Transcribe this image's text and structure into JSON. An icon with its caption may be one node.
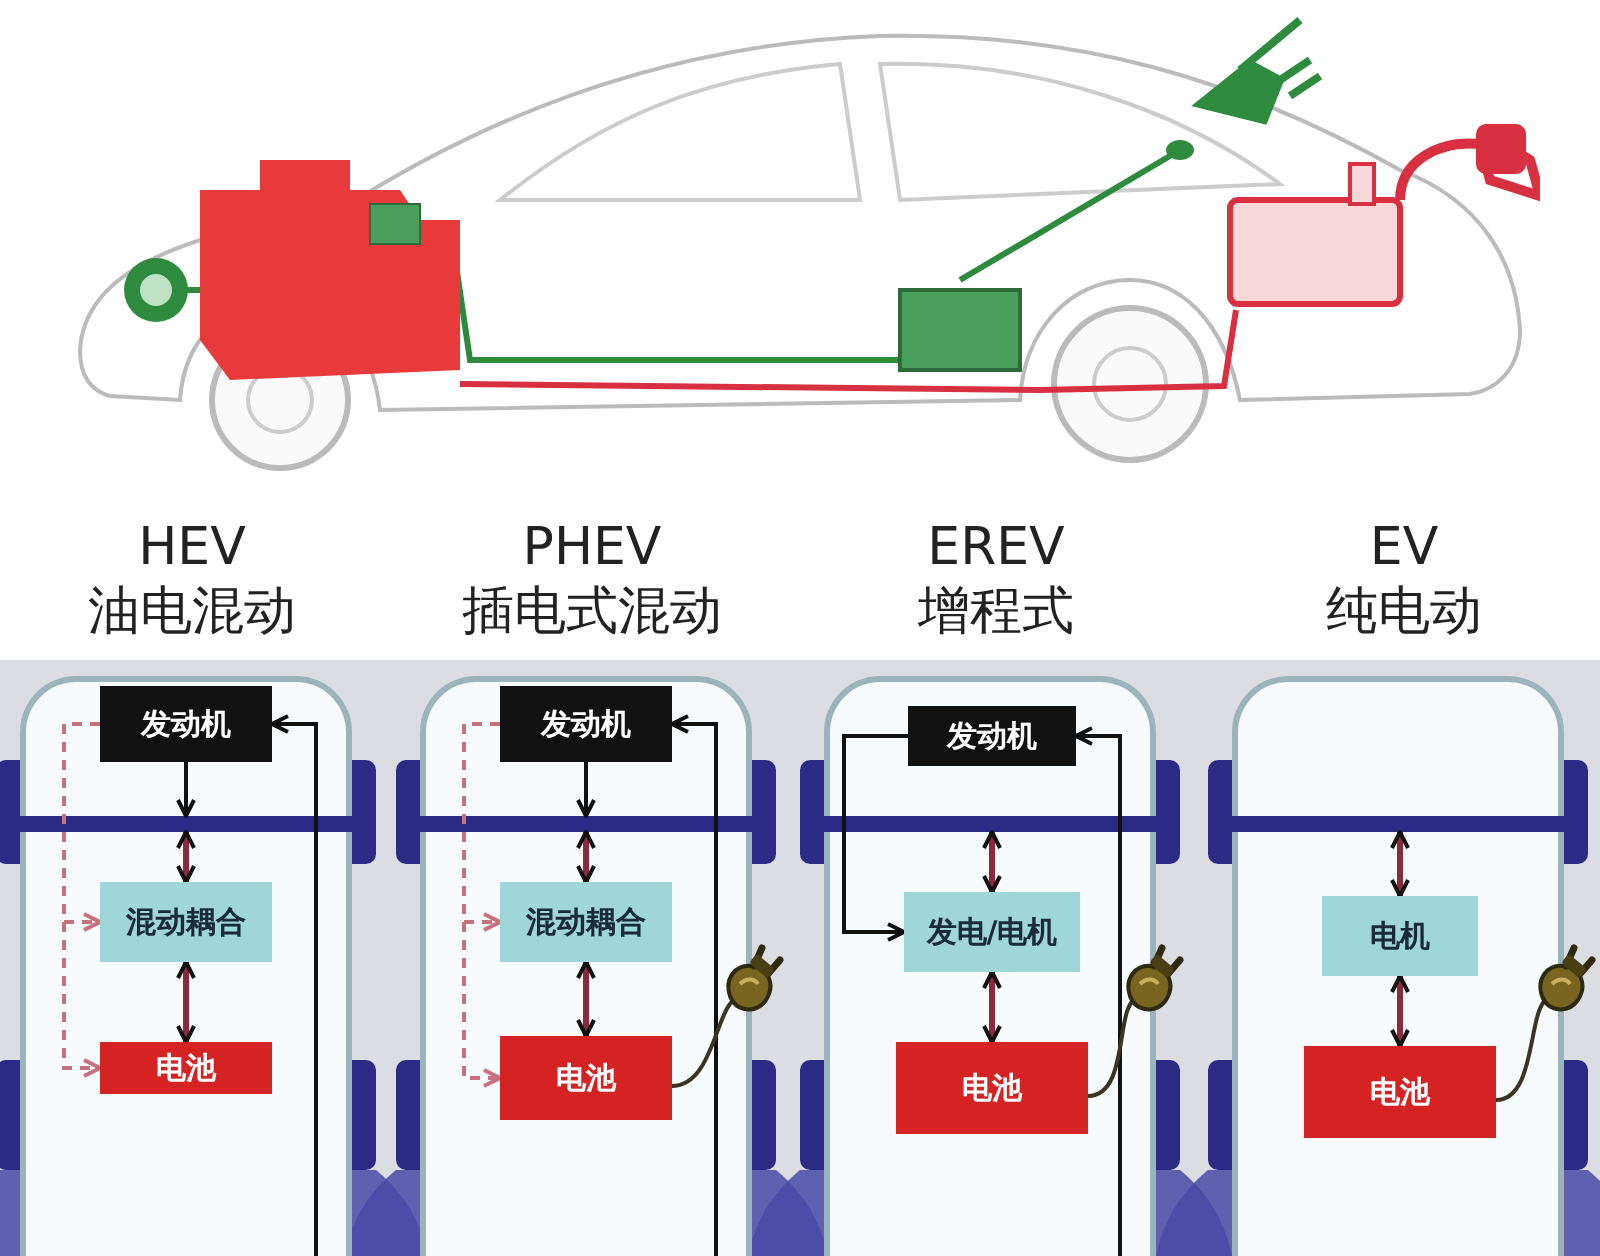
{
  "diagram": {
    "nodes": [
      {
        "text": [
          "HEV",
          "油电混动"
        ]
      },
      {
        "text": [
          "发动机"
        ],
        "in": 0
      },
      {
        "text": [],
        "shape": "bar",
        "in": 0
      },
      {
        "text": [
          "混动耦合"
        ],
        "in": 0
      },
      {
        "text": [
          "电池"
        ],
        "in": 0
      },
      {
        "text": [
          "PHEV",
          "插电式混动"
        ]
      },
      {
        "text": [
          "发动机"
        ],
        "in": 5
      },
      {
        "text": [],
        "shape": "bar",
        "in": 5
      },
      {
        "text": [
          "混动耦合"
        ],
        "in": 5
      },
      {
        "text": [
          "电池"
        ],
        "in": 5
      },
      {
        "text": [],
        "shape": "picture"
      },
      {
        "text": [
          "EREV",
          "增程式"
        ]
      },
      {
        "text": [
          "发动机"
        ],
        "in": 11
      },
      {
        "text": [],
        "shape": "bar",
        "in": 11
      },
      {
        "text": [
          "发电/电机"
        ],
        "in": 11
      },
      {
        "text": [
          "电池"
        ],
        "in": 11
      },
      {
        "text": [],
        "shape": "picture"
      },
      {
        "text": [
          "EV",
          "纯电动"
        ]
      },
      {
        "text": [],
        "shape": "bar",
        "in": 17
      },
      {
        "text": [
          "电机"
        ],
        "in": 17
      },
      {
        "text": [
          "电池"
        ],
        "in": 17
      },
      {
        "text": [],
        "shape": "picture"
      }
    ],
    "edges": [
      {
        "from": 1,
        "to": 2,
        "arrow": "to",
        "color": "#111111"
      },
      {
        "from": 2,
        "to": 3,
        "arrow": "both"
      },
      {
        "from": 3,
        "to": 4,
        "arrow": "both"
      },
      {
        "from": 1,
        "to": 3,
        "arrow": "to",
        "style": "dashed",
        "color": "#c8707c"
      },
      {
        "from": 1,
        "to": 4,
        "arrow": "to",
        "style": "dashed",
        "color": "#c8707c"
      },
      {
        "from": null,
        "to": 1,
        "arrow": "to",
        "color": "#111111"
      },
      {
        "from": 6,
        "to": 7,
        "arrow": "to",
        "color": "#111111"
      },
      {
        "from": 7,
        "to": 8,
        "arrow": "both"
      },
      {
        "from": 8,
        "to": 9,
        "arrow": "both"
      },
      {
        "from": 6,
        "to": 8,
        "arrow": "to",
        "style": "dashed",
        "color": "#c8707c"
      },
      {
        "from": 6,
        "to": 9,
        "arrow": "to",
        "style": "dashed",
        "color": "#c8707c"
      },
      {
        "from": null,
        "to": 6,
        "arrow": "to",
        "color": "#111111"
      },
      {
        "from": 9,
        "to": 10,
        "arrow": "none",
        "color": "#3a3520"
      },
      {
        "from": 12,
        "to": 14,
        "arrow": "to",
        "color": "#111111"
      },
      {
        "from": null,
        "to": 12,
        "arrow": "to",
        "color": "#111111"
      },
      {
        "from": 13,
        "to": 14,
        "arrow": "both"
      },
      {
        "from": 14,
        "to": 15,
        "arrow": "both"
      },
      {
        "from": 15,
        "to": 16,
        "arrow": "none",
        "color": "#3a3520"
      },
      {
        "from": 18,
        "to": 19,
        "arrow": "both"
      },
      {
        "from": 19,
        "to": 20,
        "arrow": "both"
      },
      {
        "from": 20,
        "to": 21,
        "arrow": "none",
        "color": "#3a3520"
      }
    ]
  }
}
